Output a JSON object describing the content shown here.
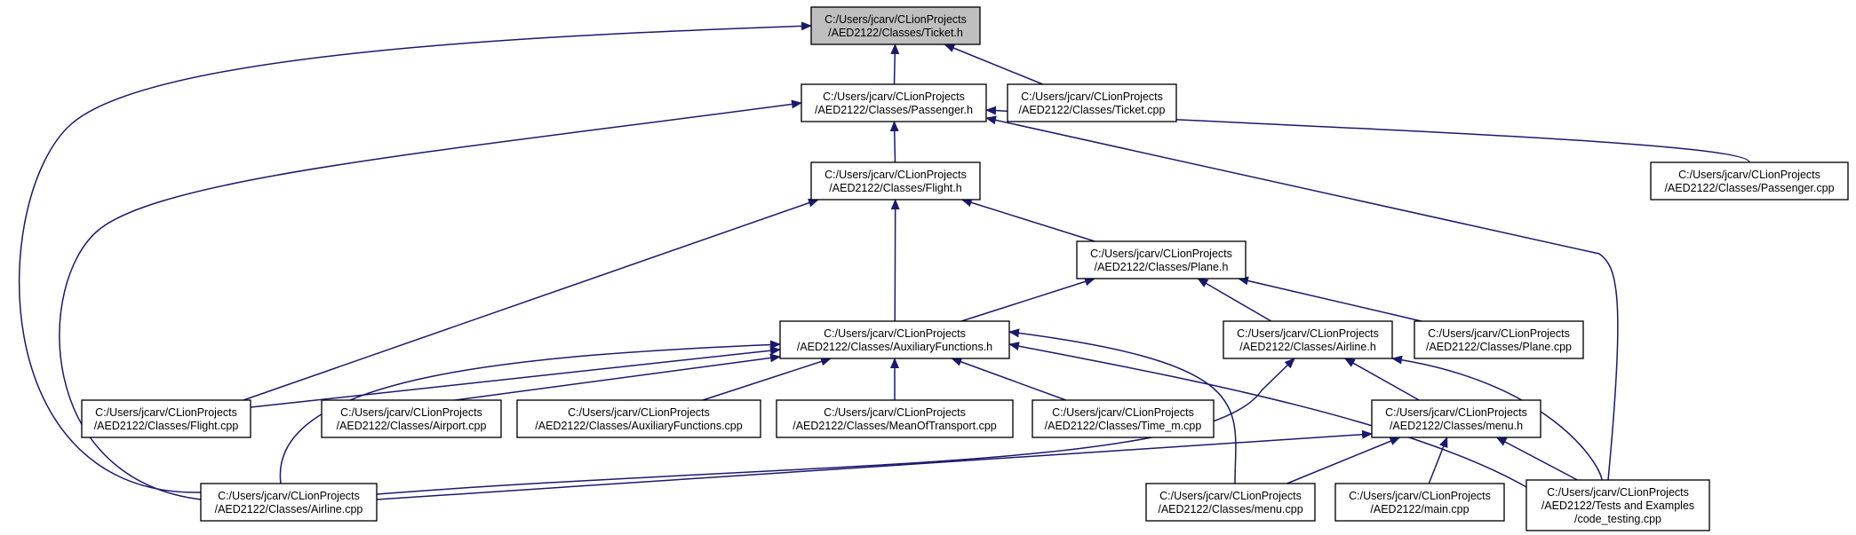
{
  "colors": {
    "edge": "#191970",
    "root_fill": "#bfbfbf",
    "node_fill": "#ffffff",
    "node_border": "#000000",
    "text": "#000000"
  },
  "nodes": [
    {
      "id": "ticket-h",
      "lines": [
        "C:/Users/jcarv/CLionProjects",
        "/AED2122/Classes/Ticket.h"
      ],
      "root": true
    },
    {
      "id": "passenger-h",
      "lines": [
        "C:/Users/jcarv/CLionProjects",
        "/AED2122/Classes/Passenger.h"
      ]
    },
    {
      "id": "ticket-cpp",
      "lines": [
        "C:/Users/jcarv/CLionProjects",
        "/AED2122/Classes/Ticket.cpp"
      ]
    },
    {
      "id": "flight-h",
      "lines": [
        "C:/Users/jcarv/CLionProjects",
        "/AED2122/Classes/Flight.h"
      ]
    },
    {
      "id": "passenger-cpp",
      "lines": [
        "C:/Users/jcarv/CLionProjects",
        "/AED2122/Classes/Passenger.cpp"
      ]
    },
    {
      "id": "plane-h",
      "lines": [
        "C:/Users/jcarv/CLionProjects",
        "/AED2122/Classes/Plane.h"
      ]
    },
    {
      "id": "auxiliary-functions-h",
      "lines": [
        "C:/Users/jcarv/CLionProjects",
        "/AED2122/Classes/AuxiliaryFunctions.h"
      ]
    },
    {
      "id": "airline-h",
      "lines": [
        "C:/Users/jcarv/CLionProjects",
        "/AED2122/Classes/Airline.h"
      ]
    },
    {
      "id": "plane-cpp",
      "lines": [
        "C:/Users/jcarv/CLionProjects",
        "/AED2122/Classes/Plane.cpp"
      ]
    },
    {
      "id": "flight-cpp",
      "lines": [
        "C:/Users/jcarv/CLionProjects",
        "/AED2122/Classes/Flight.cpp"
      ]
    },
    {
      "id": "airport-cpp",
      "lines": [
        "C:/Users/jcarv/CLionProjects",
        "/AED2122/Classes/Airport.cpp"
      ]
    },
    {
      "id": "auxiliary-functions-cpp",
      "lines": [
        "C:/Users/jcarv/CLionProjects",
        "/AED2122/Classes/AuxiliaryFunctions.cpp"
      ]
    },
    {
      "id": "mean-of-transport-cpp",
      "lines": [
        "C:/Users/jcarv/CLionProjects",
        "/AED2122/Classes/MeanOfTransport.cpp"
      ]
    },
    {
      "id": "time-m-cpp",
      "lines": [
        "C:/Users/jcarv/CLionProjects",
        "/AED2122/Classes/Time_m.cpp"
      ]
    },
    {
      "id": "menu-h",
      "lines": [
        "C:/Users/jcarv/CLionProjects",
        "/AED2122/Classes/menu.h"
      ]
    },
    {
      "id": "airline-cpp",
      "lines": [
        "C:/Users/jcarv/CLionProjects",
        "/AED2122/Classes/Airline.cpp"
      ]
    },
    {
      "id": "menu-cpp",
      "lines": [
        "C:/Users/jcarv/CLionProjects",
        "/AED2122/Classes/menu.cpp"
      ]
    },
    {
      "id": "main-cpp",
      "lines": [
        "C:/Users/jcarv/CLionProjects",
        "/AED2122/main.cpp"
      ]
    },
    {
      "id": "code-testing-cpp",
      "lines": [
        "C:/Users/jcarv/CLionProjects",
        "/AED2122/Tests and Examples",
        "/code_testing.cpp"
      ]
    }
  ],
  "edges": [
    {
      "from": "passenger-h",
      "to": "ticket-h"
    },
    {
      "from": "ticket-cpp",
      "to": "ticket-h"
    },
    {
      "from": "airline-cpp",
      "to": "ticket-h"
    },
    {
      "from": "flight-h",
      "to": "passenger-h"
    },
    {
      "from": "airline-cpp",
      "to": "passenger-h"
    },
    {
      "from": "passenger-cpp",
      "to": "passenger-h"
    },
    {
      "from": "code-testing-cpp",
      "to": "passenger-h"
    },
    {
      "from": "auxiliary-functions-h",
      "to": "flight-h"
    },
    {
      "from": "plane-h",
      "to": "flight-h"
    },
    {
      "from": "flight-cpp",
      "to": "flight-h"
    },
    {
      "from": "auxiliary-functions-h",
      "to": "plane-h"
    },
    {
      "from": "airline-h",
      "to": "plane-h"
    },
    {
      "from": "plane-cpp",
      "to": "plane-h"
    },
    {
      "from": "flight-cpp",
      "to": "auxiliary-functions-h"
    },
    {
      "from": "airport-cpp",
      "to": "auxiliary-functions-h"
    },
    {
      "from": "auxiliary-functions-cpp",
      "to": "auxiliary-functions-h"
    },
    {
      "from": "mean-of-transport-cpp",
      "to": "auxiliary-functions-h"
    },
    {
      "from": "time-m-cpp",
      "to": "auxiliary-functions-h"
    },
    {
      "from": "airline-cpp",
      "to": "auxiliary-functions-h"
    },
    {
      "from": "menu-cpp",
      "to": "auxiliary-functions-h"
    },
    {
      "from": "code-testing-cpp",
      "to": "auxiliary-functions-h"
    },
    {
      "from": "menu-h",
      "to": "airline-h"
    },
    {
      "from": "airline-cpp",
      "to": "airline-h"
    },
    {
      "from": "code-testing-cpp",
      "to": "airline-h"
    },
    {
      "from": "airline-cpp",
      "to": "menu-h"
    },
    {
      "from": "menu-cpp",
      "to": "menu-h"
    },
    {
      "from": "main-cpp",
      "to": "menu-h"
    },
    {
      "from": "code-testing-cpp",
      "to": "menu-h"
    }
  ]
}
